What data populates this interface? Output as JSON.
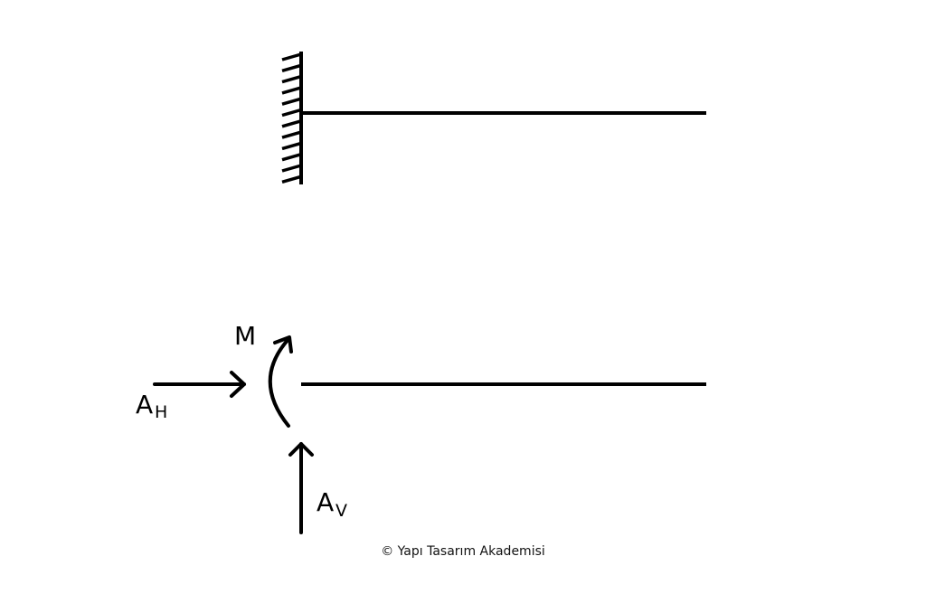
{
  "labels": {
    "moment": "M",
    "horizontal_reaction": "A",
    "horizontal_reaction_sub": "H",
    "vertical_reaction": "A",
    "vertical_reaction_sub": "V"
  },
  "copyright": "© Yapı Tasarım Akademisi",
  "colors": {
    "stroke": "#000000",
    "background": "#ffffff"
  }
}
